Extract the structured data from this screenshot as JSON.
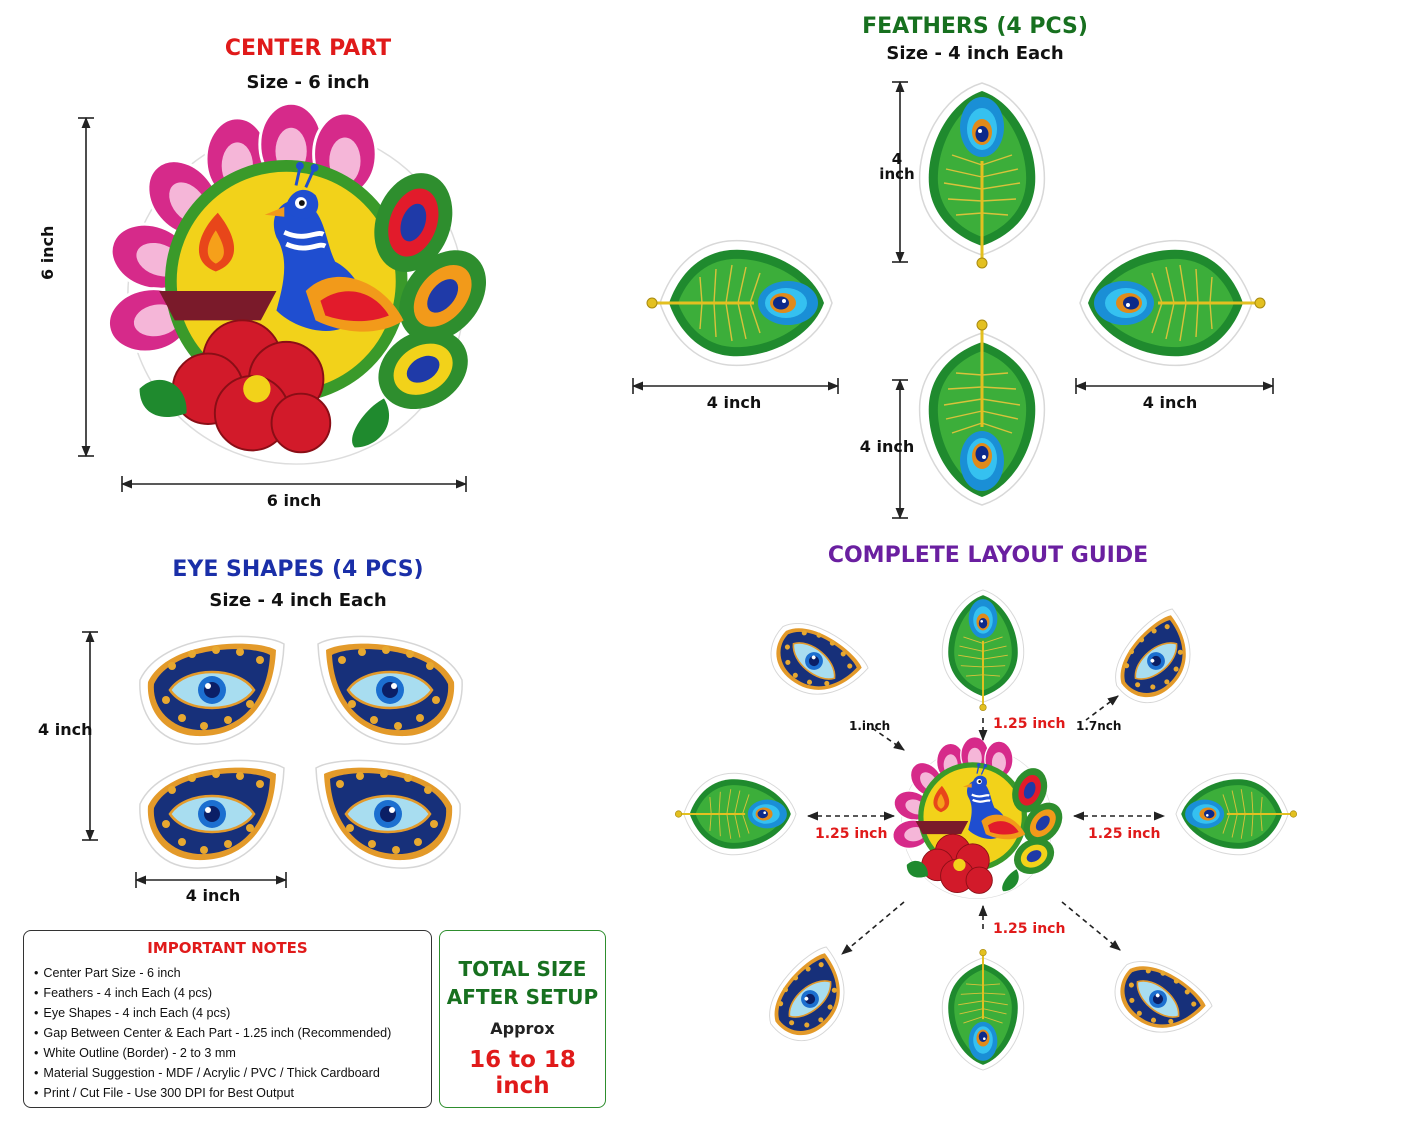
{
  "center": {
    "title": "CENTER PART",
    "subtitle": "Size - 6 inch",
    "height_label": "6 inch",
    "width_label": "6 inch"
  },
  "feathers": {
    "title": "FEATHERS (4 PCS)",
    "subtitle": "Size - 4 inch Each",
    "top_label": "4 inch",
    "bottom_label": "4 inch",
    "left_label": "4 inch",
    "right_label": "4 inch"
  },
  "eyes": {
    "title": "EYE SHAPES (4 PCS)",
    "subtitle": "Size - 4 inch Each",
    "height_label": "4 inch",
    "width_label": "4 inch"
  },
  "layout": {
    "title": "COMPLETE LAYOUT GUIDE",
    "gap_top": "1.25 inch",
    "gap_left": "1.25 inch",
    "gap_right": "1.25 inch",
    "gap_bottom": "1.25 inch",
    "gap_diag_left": "1.inch",
    "gap_diag_right": "1.7nch"
  },
  "notes": {
    "title": "IMPORTANT NOTES",
    "items": [
      "Center Part Size - 6 inch",
      "Feathers - 4 inch Each (4 pcs)",
      "Eye Shapes - 4 inch Each (4 pcs)",
      "Gap Between Center & Each Part - 1.25 inch (Recommended)",
      "White Outline (Border) - 2 to 3 mm",
      "Material Suggestion - MDF / Acrylic / PVC / Thick Cardboard",
      "Print / Cut File - Use 300 DPI for Best Output"
    ]
  },
  "total": {
    "line1": "TOTAL SIZE",
    "line2": "AFTER SETUP",
    "approx": "Approx",
    "value": "16 to 18 inch"
  },
  "colors": {
    "center_title": "#e01a1a",
    "feathers_title": "#17701f",
    "eyes_title": "#1a2fa8",
    "layout_title": "#6a1fa0",
    "gap_text": "#e01a1a"
  }
}
